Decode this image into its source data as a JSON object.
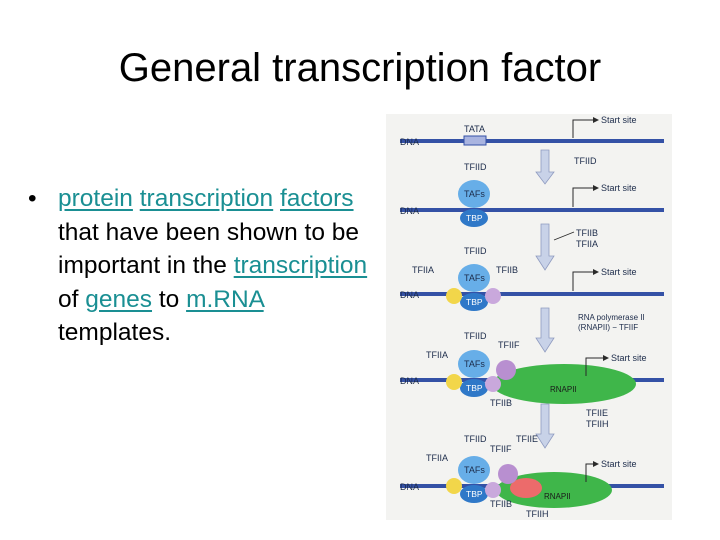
{
  "slide": {
    "title": "General transcription factor",
    "bullet_symbol": "•",
    "bullet": {
      "link_protein": "protein",
      "space_1": " ",
      "link_transcription_factors_1": "transcription",
      "break_1": " ",
      "link_transcription_factors_2": "factors",
      "text_1": " that have been shown to be important in the ",
      "link_transcription": "transcription",
      "text_2": " of ",
      "link_genes": "genes",
      "text_3": " to ",
      "link_mrna": "m.RNA",
      "text_4": " templates."
    },
    "link_color": "#1a8f93"
  },
  "figure": {
    "colors": {
      "dna": "#3451a6",
      "tata": "#a9b4e0",
      "tfiid": "#67aee8",
      "tbp": "#2f78c8",
      "tfiia": "#f2d64a",
      "tfiib": "#c9a8dc",
      "rnapii": "#3fb64a",
      "tfiie": "#ec6b6b",
      "tfiif": "#b88fd0",
      "arrow": "#c8d2e8"
    },
    "labels": {
      "dna": "DNA",
      "tata": "TATA",
      "start_site": "Start site",
      "tfiid": "TFIID",
      "tafs": "TAFs",
      "tbp": "TBP",
      "tfiib": "TFIIB",
      "tfiia": "TFIIA",
      "rna_polymerase_line1": "RNA polymerase II",
      "rna_polymerase_line2": "(RNAPII) − TFIIF",
      "tfiif": "TFIIF",
      "rnapii": "RNAPII",
      "tfiie": "TFIIE",
      "tfiih": "TFIIH"
    }
  }
}
